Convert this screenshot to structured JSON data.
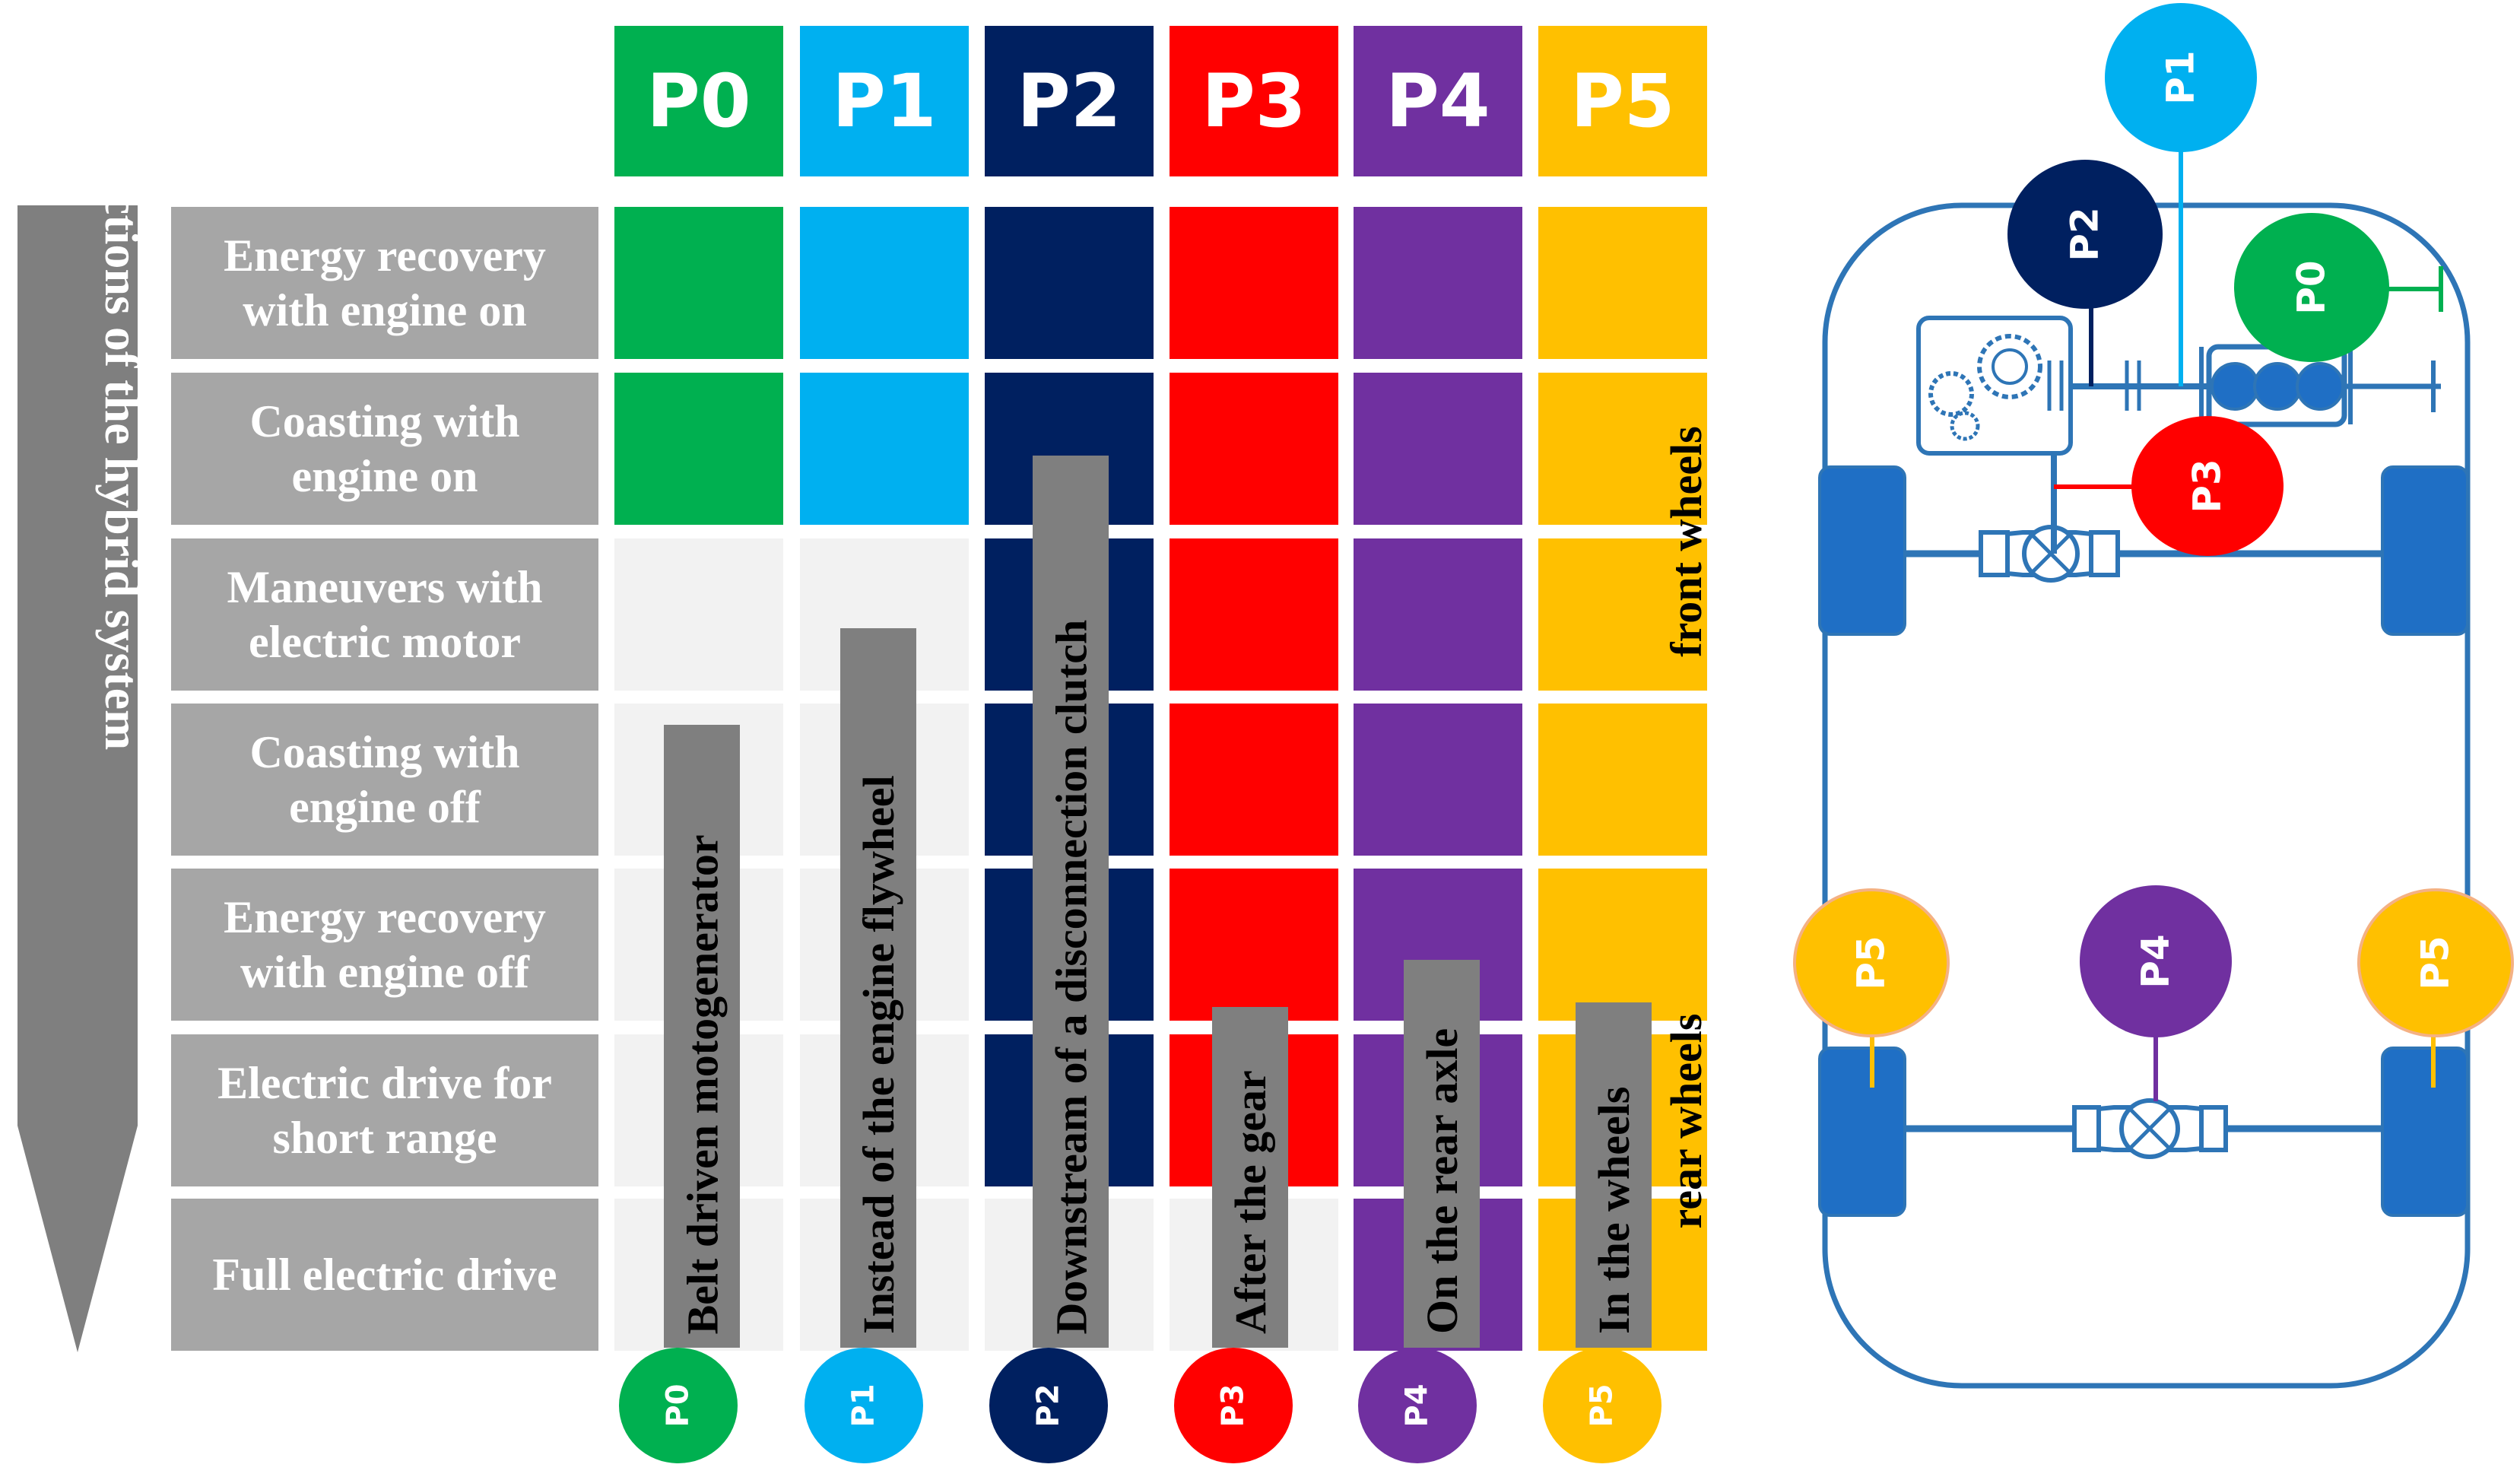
{
  "axis_title": "Functions of the hybrid system",
  "positions": [
    {
      "id": "P0",
      "color": "#00b050"
    },
    {
      "id": "P1",
      "color": "#00b0f0"
    },
    {
      "id": "P2",
      "color": "#002060"
    },
    {
      "id": "P3",
      "color": "#ff0000"
    },
    {
      "id": "P4",
      "color": "#7030a0"
    },
    {
      "id": "P5",
      "color": "#ffc000"
    }
  ],
  "functions": [
    "Energy recovery\nwith engine on",
    "Coasting with\nengine on",
    "Maneuvers with\nelectric motor",
    "Coasting with\nengine off",
    "Energy recovery\nwith engine off",
    "Electric drive for\nshort range",
    "Full electric drive"
  ],
  "placements": [
    "Belt driven motogenerator",
    "Instead of the engine flywheel",
    "Downstream of a disconnection clutch",
    "After the gear",
    "On the rear axle",
    "In the wheels"
  ],
  "coverage": [
    [
      true,
      true,
      false,
      false,
      false,
      false,
      false
    ],
    [
      true,
      true,
      false,
      false,
      false,
      false,
      false
    ],
    [
      true,
      true,
      true,
      true,
      true,
      true,
      false
    ],
    [
      true,
      true,
      true,
      true,
      true,
      true,
      false
    ],
    [
      true,
      true,
      true,
      true,
      true,
      true,
      true
    ],
    [
      true,
      true,
      true,
      true,
      true,
      true,
      true
    ]
  ],
  "colors": {
    "disabled_cell": "#f2f2f2",
    "function_label_bg": "#a6a6a6",
    "description_bar": "#7f7f7f",
    "axis_arrow": "#7f7f7f",
    "car_outline": "#2e75b6",
    "wheel_fill": "#1f6fc5"
  },
  "car": {
    "front_label": "front wheels",
    "rear_label": "rear wheels",
    "circles": {
      "P0": "P0",
      "P1": "P1",
      "P2": "P2",
      "P3": "P3",
      "P4": "P4",
      "P5_left": "P5",
      "P5_right": "P5"
    }
  }
}
